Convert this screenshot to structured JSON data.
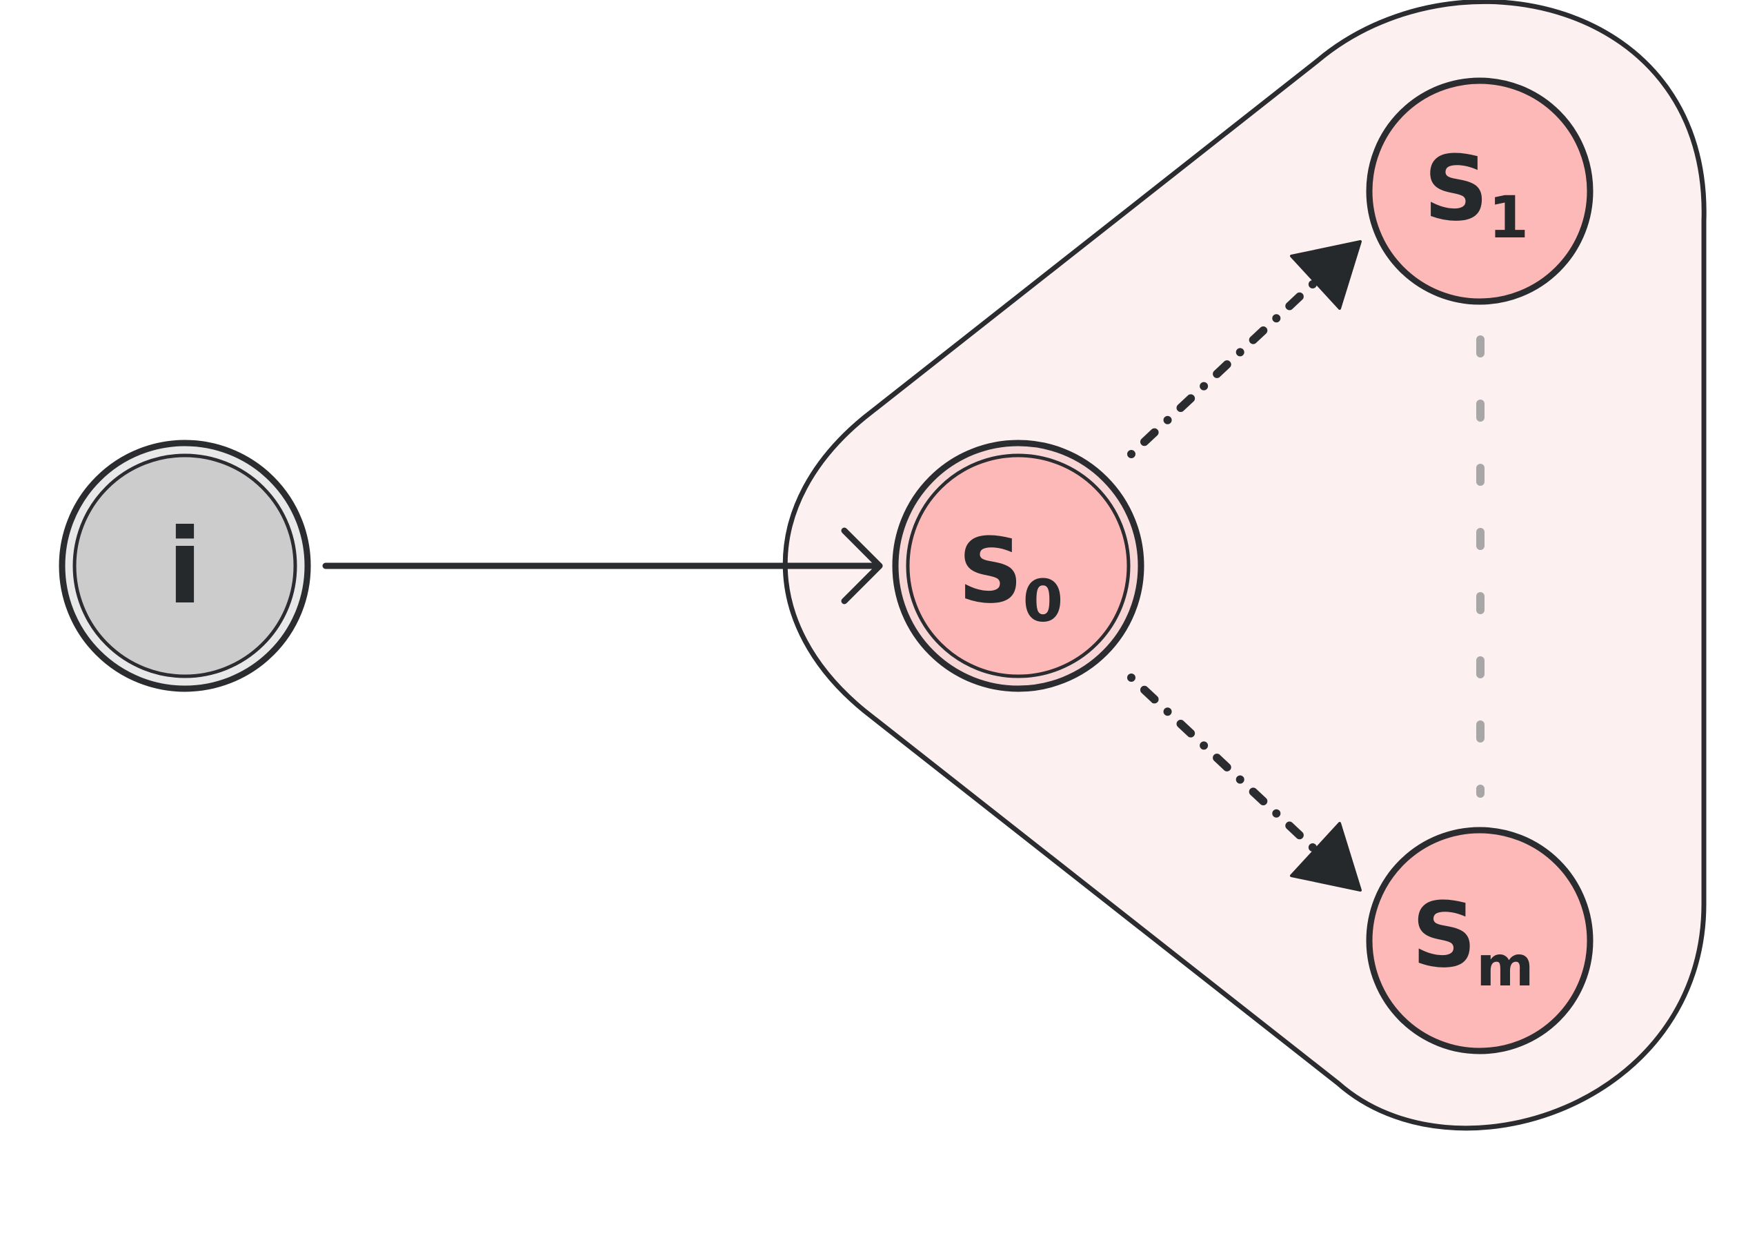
{
  "colors": {
    "stroke": "#2a2c2f",
    "group_fill": "#fdf0f0",
    "state_fill": "#fdb8b8",
    "initial_fill": "#cccccc",
    "double_ring_inner": "#f5f5f5",
    "dashed_gray": "#a9a6a7"
  },
  "nodes": {
    "initial": {
      "letter": "i",
      "sub": ""
    },
    "s0": {
      "letter": "S",
      "sub": "0"
    },
    "s1": {
      "letter": "S",
      "sub": "1"
    },
    "sm": {
      "letter": "S",
      "sub": "m"
    }
  },
  "edges": [
    {
      "from": "i",
      "to": "s0",
      "style": "solid"
    },
    {
      "from": "s0",
      "to": "s1",
      "style": "dotted"
    },
    {
      "from": "s0",
      "to": "sm",
      "style": "dotted"
    },
    {
      "from": "s1",
      "to": "sm",
      "style": "dashed-gray"
    }
  ]
}
